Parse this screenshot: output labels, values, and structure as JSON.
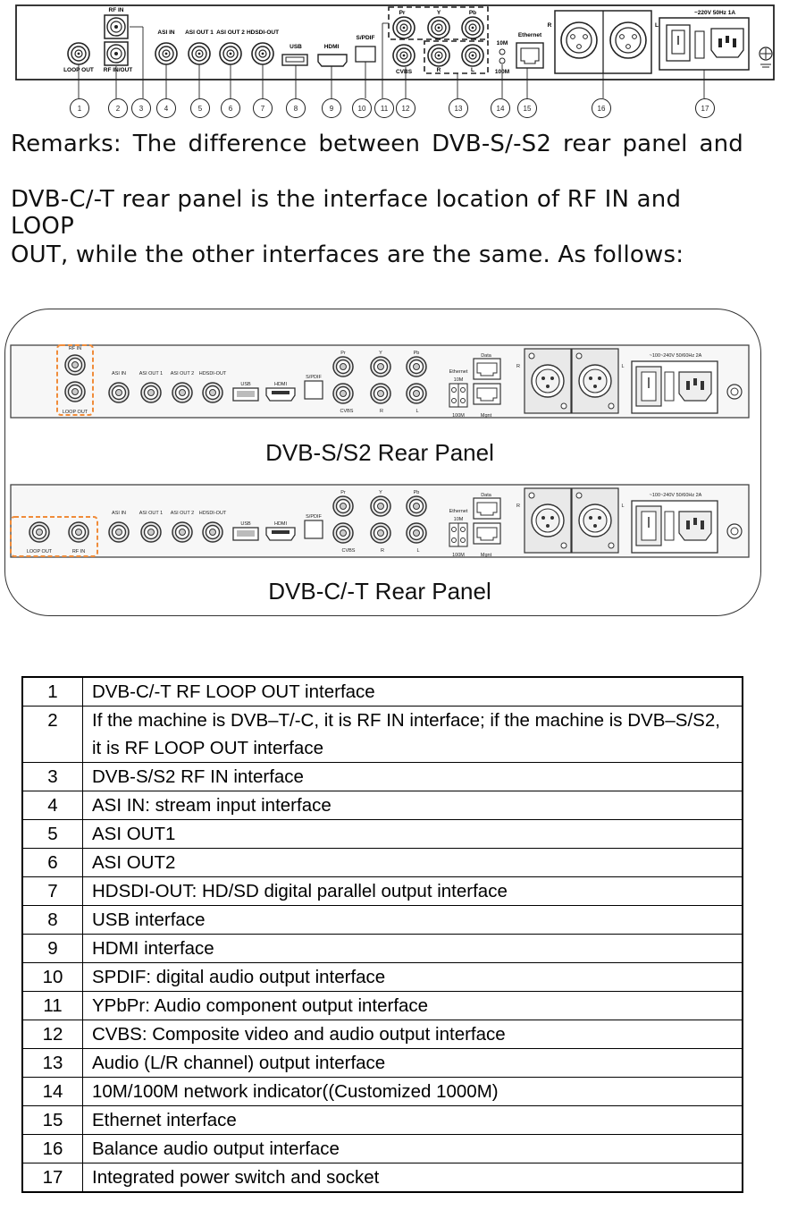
{
  "top_panel": {
    "labels": {
      "rf_in": "RF IN",
      "loop_out": "LOOP OUT",
      "rf_in_out": "RF IN/OUT",
      "asi_in": "ASI IN",
      "asi_out1": "ASI OUT 1",
      "asi_out2": "ASI OUT 2",
      "hdsdi_out": "HDSDI-OUT",
      "usb": "USB",
      "hdmi": "HDMI",
      "spdif": "S/PDIF",
      "pr": "Pr",
      "y": "Y",
      "pb": "Pb",
      "cvbs": "CVBS",
      "r": "R",
      "l": "L",
      "m10": "10M",
      "m100": "100M",
      "ethernet": "Ethernet",
      "r_side": "R",
      "l_side": "L",
      "power": "~220V 50Hz 1A"
    },
    "callouts": [
      "1",
      "2",
      "3",
      "4",
      "5",
      "6",
      "7",
      "8",
      "9",
      "10",
      "11",
      "12",
      "13",
      "14",
      "15",
      "16",
      "17"
    ]
  },
  "remarks": {
    "line1": "Remarks: The difference between DVB-S/-S2 rear panel and",
    "line2": "DVB-C/-T rear panel is the interface location of RF IN and LOOP",
    "line3": "OUT, while the other interfaces are the same. As follows:"
  },
  "panels": {
    "s2": {
      "caption": "DVB-S/S2 Rear Panel",
      "rf_in": "RF IN",
      "loop_out": "LOOP OUT"
    },
    "ct": {
      "caption": "DVB-C/-T Rear Panel",
      "rf_in": "RF IN",
      "loop_out": "LOOP OUT"
    },
    "common": {
      "asi_in": "ASI IN",
      "asi_out1": "ASI OUT 1",
      "asi_out2": "ASI OUT 2",
      "hdsdi_out": "HDSDI-OUT",
      "usb": "USB",
      "hdmi": "HDMI",
      "spdif": "S/PDIF",
      "pr": "Pr",
      "y": "Y",
      "pb": "Pb",
      "cvbs": "CVBS",
      "r": "R",
      "l": "L",
      "ethernet": "Ethernet",
      "m10": "10M",
      "m100": "100M",
      "data": "Data",
      "mgnt": "Mgnt",
      "r_side": "R",
      "l_side": "L",
      "power": "~100~240V 50/60Hz 2A"
    }
  },
  "table": {
    "rows": [
      {
        "num": "1",
        "desc": "DVB-C/-T RF LOOP OUT interface"
      },
      {
        "num": "2",
        "desc": "If the machine is DVB–T/-C, it is RF IN interface; if the machine is DVB–S/S2, it is RF LOOP OUT interface"
      },
      {
        "num": "3",
        "desc": "DVB-S/S2 RF IN interface"
      },
      {
        "num": "4",
        "desc": "ASI IN: stream input interface"
      },
      {
        "num": "5",
        "desc": "ASI OUT1"
      },
      {
        "num": "6",
        "desc": "ASI OUT2"
      },
      {
        "num": "7",
        "desc": "HDSDI-OUT: HD/SD digital parallel output interface"
      },
      {
        "num": "8",
        "desc": "USB interface"
      },
      {
        "num": "9",
        "desc": "HDMI interface"
      },
      {
        "num": "10",
        "desc": "SPDIF: digital audio output interface"
      },
      {
        "num": "11",
        "desc": "YPbPr: Audio component output interface"
      },
      {
        "num": "12",
        "desc": "CVBS: Composite video and audio output interface"
      },
      {
        "num": "13",
        "desc": "Audio (L/R channel) output interface"
      },
      {
        "num": "14",
        "desc": "10M/100M network indicator((Customized 1000M)"
      },
      {
        "num": "15",
        "desc": "Ethernet interface"
      },
      {
        "num": "16",
        "desc": "Balance audio output interface"
      },
      {
        "num": "17",
        "desc": "Integrated power switch and socket"
      }
    ]
  }
}
